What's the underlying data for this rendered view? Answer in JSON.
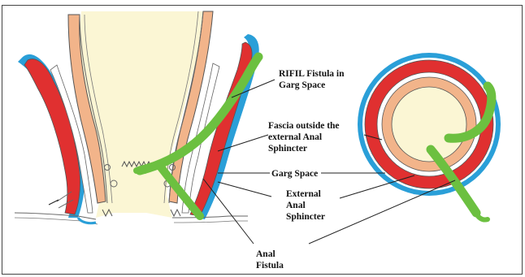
{
  "labels": {
    "rifil_line1": "RIFIL Fistula in",
    "rifil_line2": "Garg Space",
    "fascia_line1": "Fascia outside the",
    "fascia_line2": "external Anal",
    "fascia_line3": "Sphincter",
    "garg_space": "Garg Space",
    "external_line1": "External",
    "external_line2": "Anal",
    "external_line3": "Sphincter",
    "anal_line1": "Anal",
    "anal_line2": "Fistula"
  },
  "colors": {
    "fascia": "#2a9fd8",
    "external_sphincter": "#e03030",
    "internal_sphincter": "#f2b48a",
    "lumen": "#fbf6d4",
    "fistula": "#6cc040",
    "outline": "#555555"
  }
}
